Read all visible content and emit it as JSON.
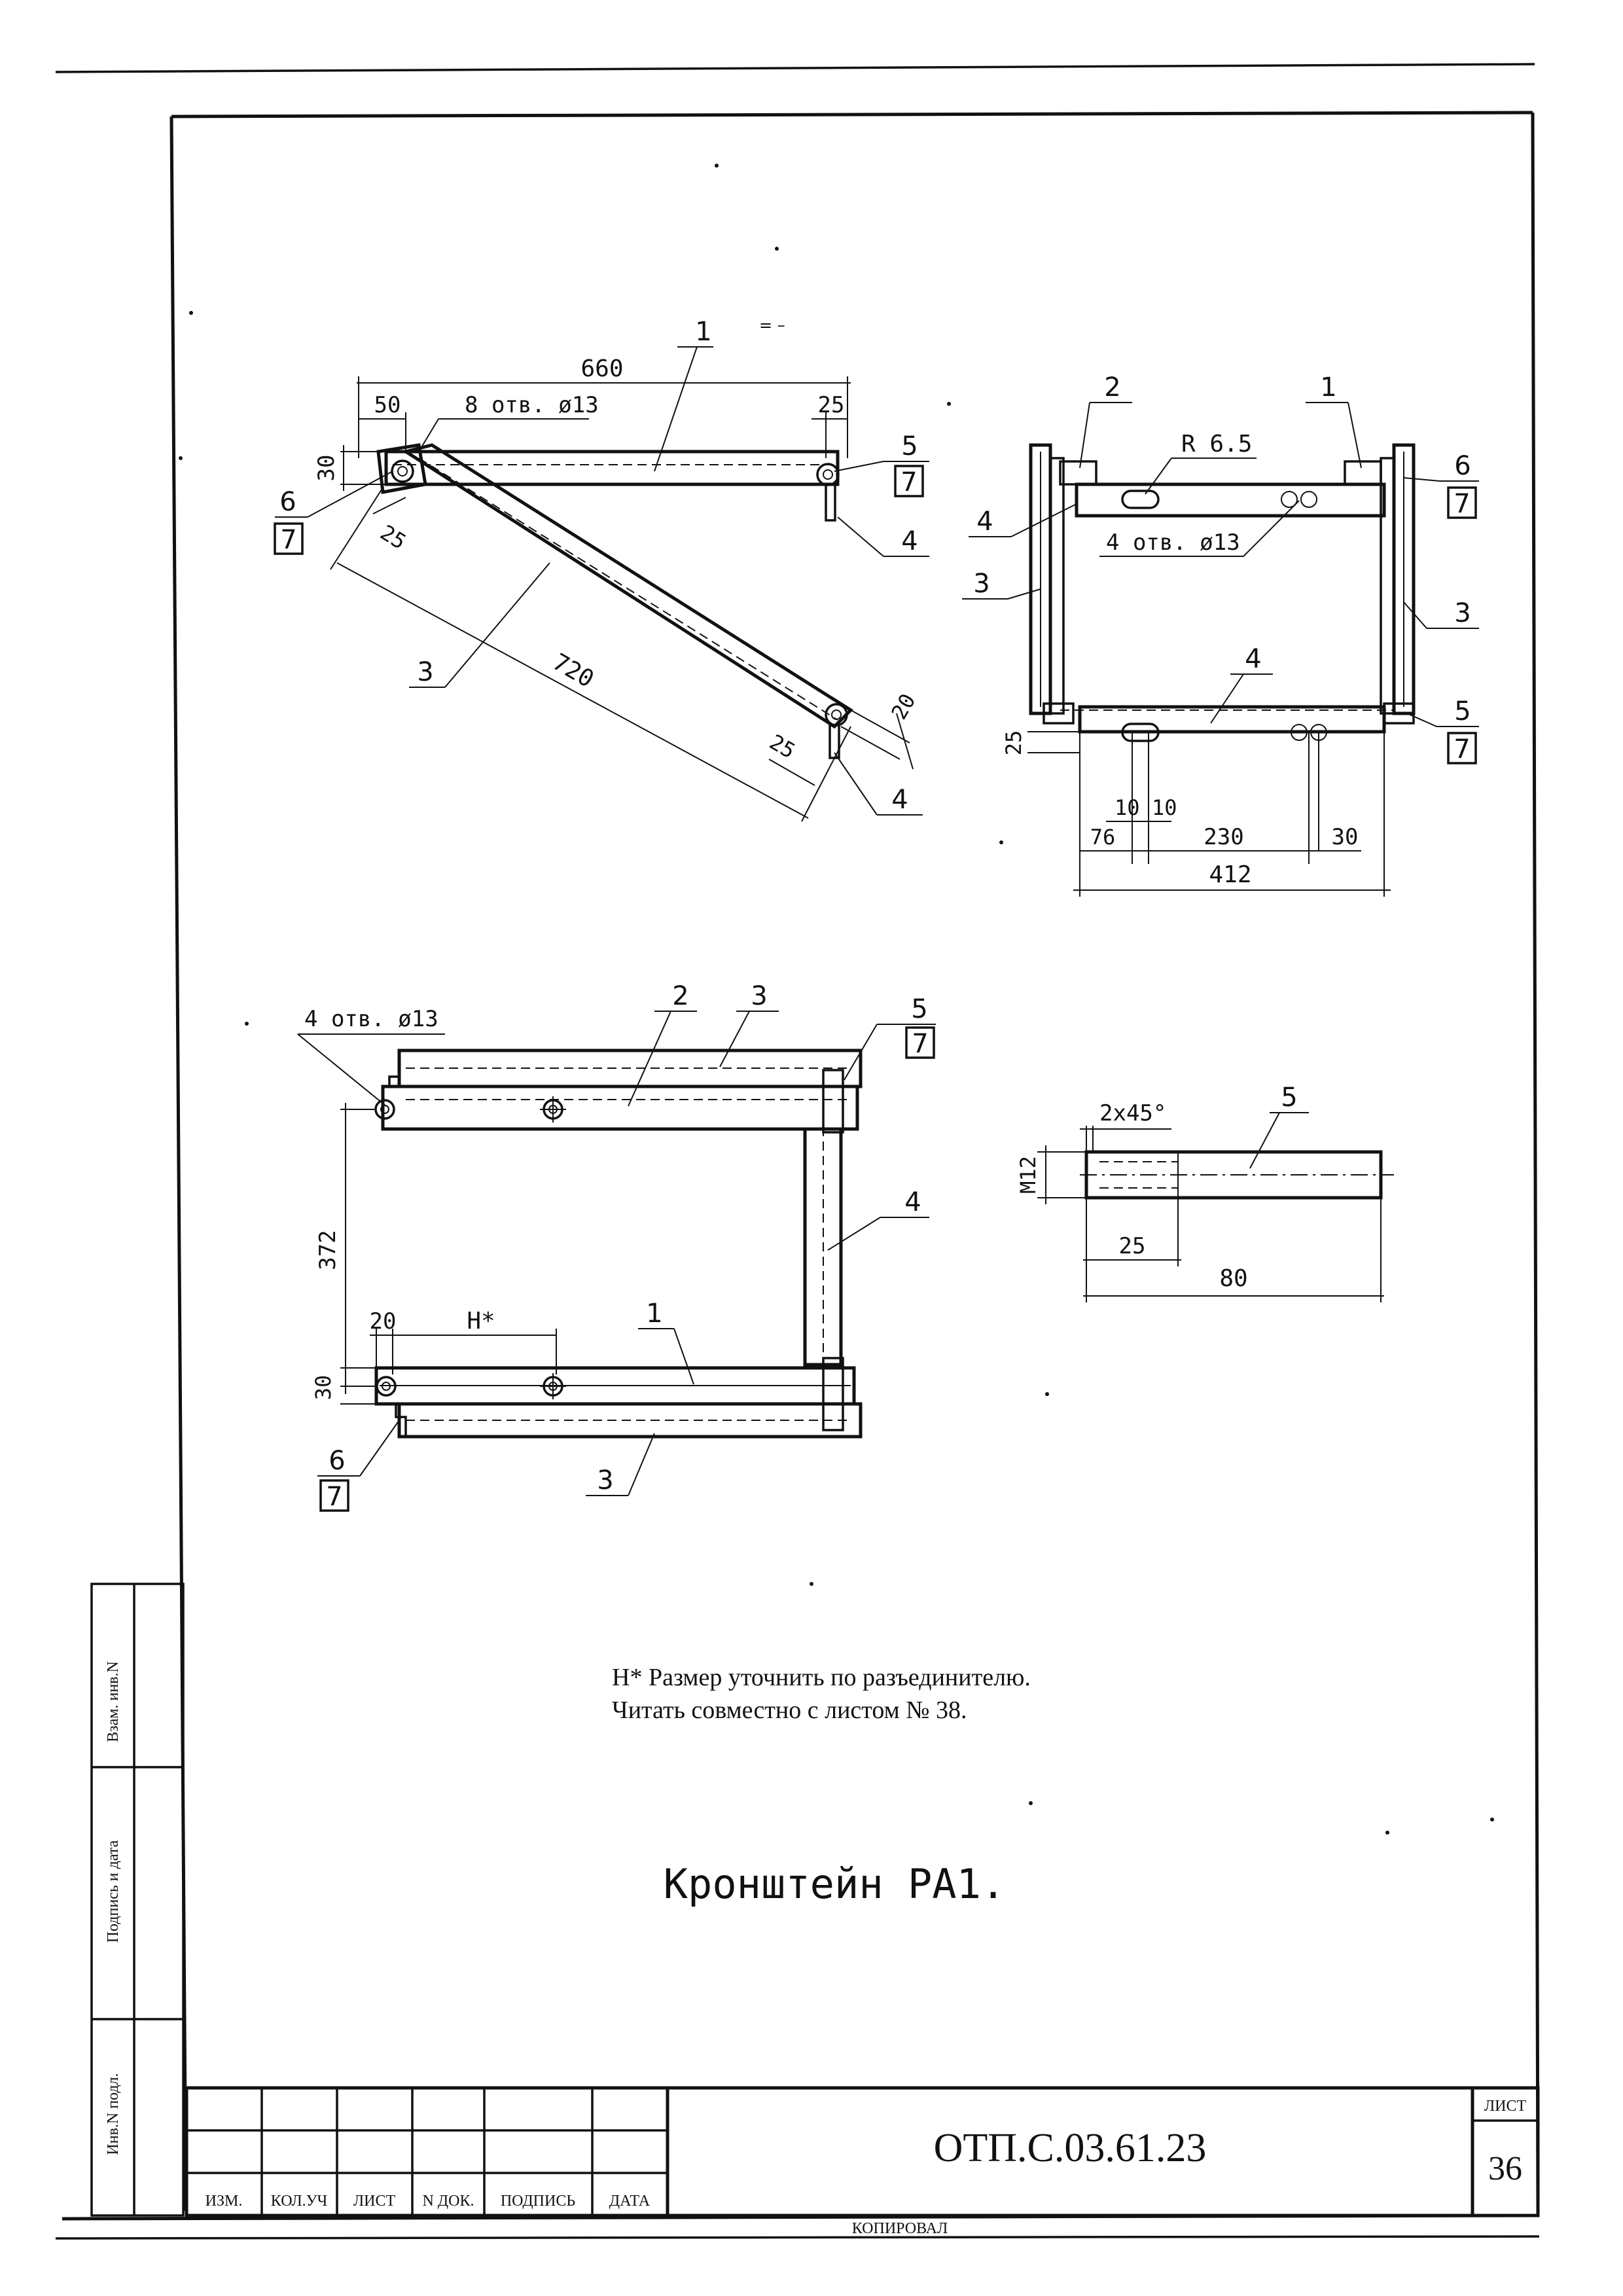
{
  "drawing": {
    "title": "Кронштейн РА1.",
    "notes": [
      "Н* Размер уточнить по разъединителю.",
      "Читать совместно с листом № 38."
    ],
    "view_side": {
      "dim_660": "660",
      "dim_50": "50",
      "dim_25_top": "25",
      "holes": "8 отв. ø13",
      "dim_30": "30",
      "dim_25_diag": "25",
      "dim_720": "720",
      "dim_20": "20",
      "dim_25_bottom": "25",
      "pos_1": "1",
      "pos_3": "3",
      "pos_4a": "4",
      "pos_4b": "4",
      "pos_5": "5",
      "sheet_5": "7",
      "pos_6": "6",
      "sheet_6": "7"
    },
    "view_front": {
      "pos_2": "2",
      "pos_1": "1",
      "radius": "R 6.5",
      "pos_6": "6",
      "sheet_6": "7",
      "pos_4_top": "4",
      "holes": "4 отв. ø13",
      "pos_3_left": "3",
      "pos_3_right": "3",
      "pos_4_mid": "4",
      "pos_5": "5",
      "sheet_5": "7",
      "dim_25": "25",
      "dim_10a": "10",
      "dim_10b": "10",
      "dim_76": "76",
      "dim_230": "230",
      "dim_30": "30",
      "dim_412": "412"
    },
    "view_plan": {
      "holes": "4 отв. ø13",
      "pos_2": "2",
      "pos_3_top": "3",
      "pos_5": "5",
      "sheet_5": "7",
      "pos_4": "4",
      "dim_372": "372",
      "dim_20": "20",
      "dim_h": "Н*",
      "pos_1": "1",
      "dim_30": "30",
      "pos_6": "6",
      "sheet_6": "7",
      "pos_3_bottom": "3"
    },
    "view_bolt": {
      "chamfer": "2х45°",
      "pos_5": "5",
      "thread": "М12",
      "dim_25": "25",
      "dim_80": "80"
    }
  },
  "side_stamp": {
    "zam_inv": "Взам. инв.N",
    "sign_date": "Подпись и дата",
    "inv_podl": "Инв.N подл."
  },
  "title_block": {
    "columns": [
      "ИЗМ.",
      "КОЛ.УЧ",
      "ЛИСТ",
      "N ДОК.",
      "ПОДПИСЬ",
      "ДАТА"
    ],
    "doc_code": "ОТП.С.03.61.23",
    "sheet_label": "ЛИСТ",
    "sheet_number": "36"
  },
  "footer": {
    "copied": "КОПИРОВАЛ"
  }
}
